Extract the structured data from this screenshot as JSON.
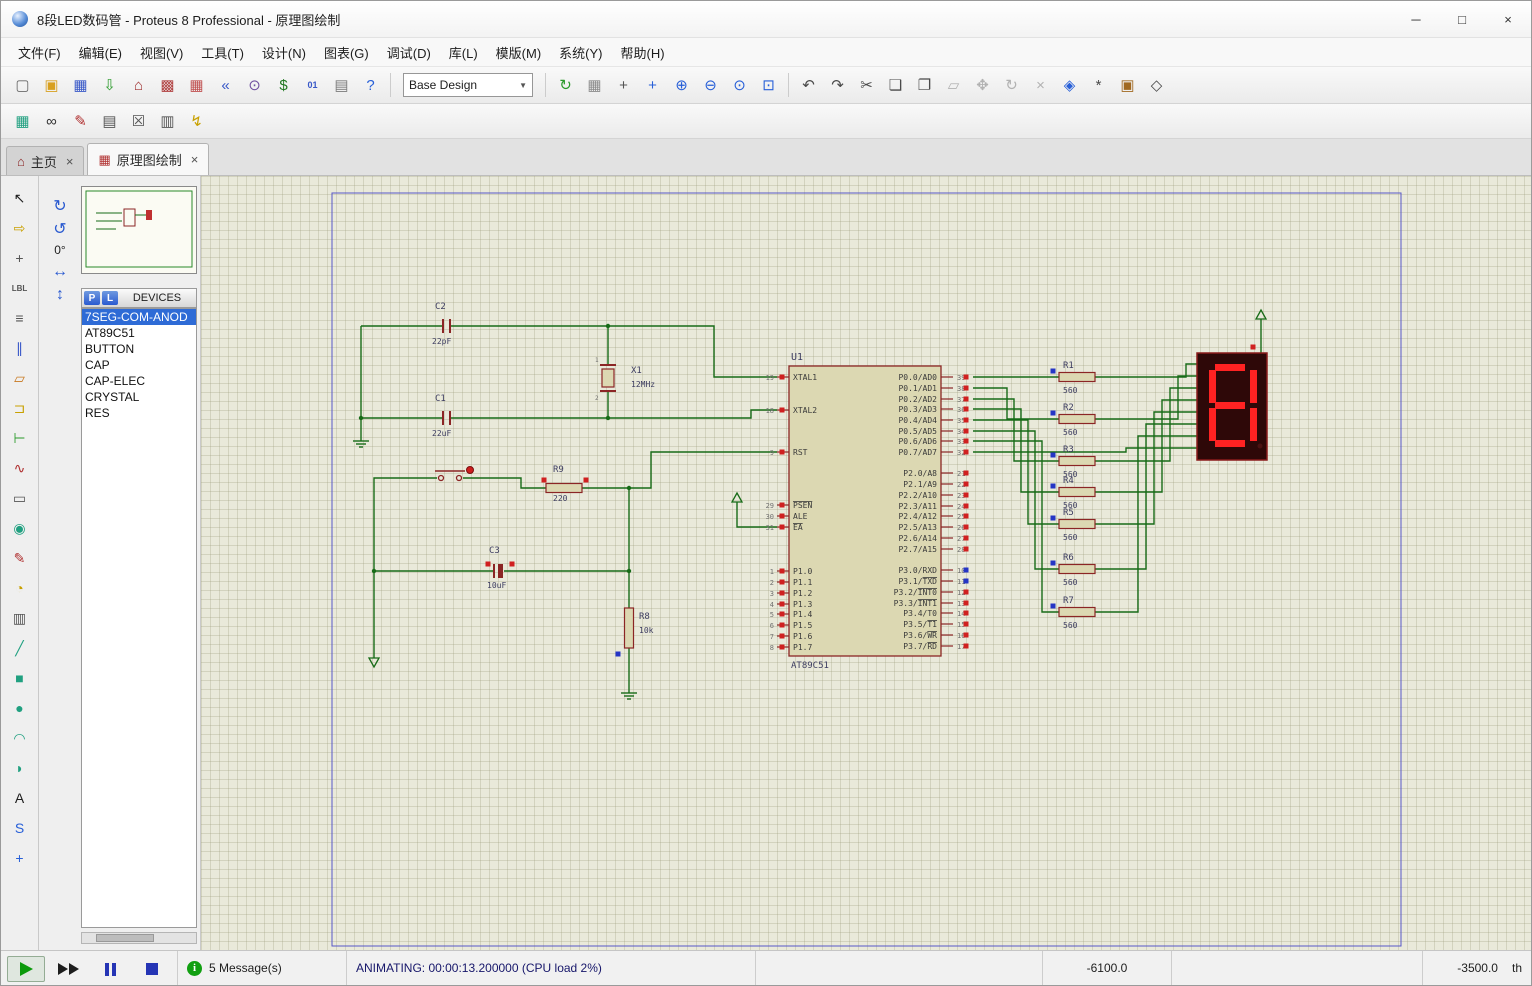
{
  "window": {
    "title": "8段LED数码管 - Proteus 8 Professional - 原理图绘制",
    "controls": {
      "minimize": "─",
      "maximize": "□",
      "close": "×"
    }
  },
  "menubar": {
    "items": [
      "文件(F)",
      "编辑(E)",
      "视图(V)",
      "工具(T)",
      "设计(N)",
      "图表(G)",
      "调试(D)",
      "库(L)",
      "模版(M)",
      "系统(Y)",
      "帮助(H)"
    ]
  },
  "toolbar_main": {
    "file_icons": [
      {
        "name": "new-project",
        "glyph": "▢",
        "color": "#6a6a6a"
      },
      {
        "name": "open-project",
        "glyph": "▣",
        "color": "#d8a020"
      },
      {
        "name": "save-project",
        "glyph": "▦",
        "color": "#3858c8"
      },
      {
        "name": "import-project",
        "glyph": "⇩",
        "color": "#2a9a2a"
      },
      {
        "name": "home-page",
        "glyph": "⌂",
        "color": "#a03030"
      },
      {
        "name": "schematic-capture",
        "glyph": "▩",
        "color": "#b04040"
      },
      {
        "name": "pcb-layout",
        "glyph": "▦",
        "color": "#c05050"
      },
      {
        "name": "legacy-design",
        "glyph": "«",
        "color": "#3858c8"
      },
      {
        "name": "design-explorer",
        "glyph": "⊙",
        "color": "#7050a0"
      },
      {
        "name": "bill-of-materials",
        "glyph": "$",
        "color": "#207820"
      },
      {
        "name": "simulation-log",
        "glyph": "01",
        "color": "#3858c8",
        "tiny": true
      },
      {
        "name": "documentation",
        "glyph": "▤",
        "color": "#7a7a7a"
      },
      {
        "name": "help",
        "glyph": "?",
        "color": "#2860d8"
      }
    ],
    "design_selector": {
      "value": "Base Design",
      "arrow": "▼"
    },
    "view_icons": [
      {
        "name": "redraw",
        "glyph": "↻",
        "color": "#2a9a2a"
      },
      {
        "name": "grid-toggle",
        "glyph": "▦",
        "color": "#8a8a8a"
      },
      {
        "name": "false-origin",
        "glyph": "+",
        "color": "#555555"
      },
      {
        "name": "pan",
        "glyph": "+",
        "color": "#2860d8"
      },
      {
        "name": "zoom-in",
        "glyph": "⊕",
        "color": "#2860d8"
      },
      {
        "name": "zoom-out",
        "glyph": "⊖",
        "color": "#2860d8"
      },
      {
        "name": "zoom-all",
        "glyph": "⊙",
        "color": "#2860d8"
      },
      {
        "name": "zoom-area",
        "glyph": "⊡",
        "color": "#2860d8"
      }
    ],
    "edit_icons": [
      {
        "name": "undo",
        "glyph": "↶",
        "color": "#4a4a4a"
      },
      {
        "name": "redo",
        "glyph": "↷",
        "color": "#4a4a4a"
      },
      {
        "name": "cut",
        "glyph": "✂",
        "color": "#4a4a4a"
      },
      {
        "name": "copy",
        "glyph": "❏",
        "color": "#4a4a4a"
      },
      {
        "name": "paste",
        "glyph": "❐",
        "color": "#4a4a4a"
      },
      {
        "name": "block-copy",
        "glyph": "▱",
        "color": "#b2b2b2"
      },
      {
        "name": "block-move",
        "glyph": "✥",
        "color": "#b2b2b2"
      },
      {
        "name": "block-rotate",
        "glyph": "↻",
        "color": "#b2b2b2"
      },
      {
        "name": "block-delete",
        "glyph": "×",
        "color": "#b2b2b2"
      },
      {
        "name": "pick-parts",
        "glyph": "◈",
        "color": "#2860d8"
      },
      {
        "name": "make-device",
        "glyph": "*",
        "color": "#4a4a4a"
      },
      {
        "name": "packaging-tool",
        "glyph": "▣",
        "color": "#a06820"
      },
      {
        "name": "decompose",
        "glyph": "◇",
        "color": "#4a4a4a"
      }
    ]
  },
  "toolbar_secondary": {
    "icons": [
      {
        "name": "wire-autorouter",
        "glyph": "▦",
        "color": "#20a080"
      },
      {
        "name": "search-tag",
        "glyph": "∞",
        "color": "#333333"
      },
      {
        "name": "property-assignment",
        "glyph": "✎",
        "color": "#b03030"
      },
      {
        "name": "new-sheet",
        "glyph": "▤",
        "color": "#555555"
      },
      {
        "name": "remove-sheet",
        "glyph": "☒",
        "color": "#555555"
      },
      {
        "name": "goto-sheet",
        "glyph": "▥",
        "color": "#555555"
      },
      {
        "name": "electrical-check",
        "glyph": "↯",
        "color": "#c8a000"
      }
    ]
  },
  "tabs": [
    {
      "label": "主页",
      "icon": "⌂",
      "close": "×",
      "active": false
    },
    {
      "label": "原理图绘制",
      "icon": "▦",
      "close": "×",
      "active": true
    }
  ],
  "toolstrip": [
    {
      "name": "selection-mode",
      "glyph": "↖",
      "color": "#1e1e1e"
    },
    {
      "name": "component-mode",
      "glyph": "⇨",
      "color": "#c8a000"
    },
    {
      "name": "junction-dot-mode",
      "glyph": "+",
      "color": "#555555"
    },
    {
      "name": "wire-label-mode",
      "glyph": "LBL",
      "color": "#555555",
      "tiny": true
    },
    {
      "name": "text-script-mode",
      "glyph": "≡",
      "color": "#555555"
    },
    {
      "name": "buses-mode",
      "glyph": "∥",
      "color": "#3858c8"
    },
    {
      "name": "subcircuit-mode",
      "glyph": "▱",
      "color": "#c87820"
    },
    {
      "name": "terminals-mode",
      "glyph": "⊐",
      "color": "#c8a000"
    },
    {
      "name": "device-pins-mode",
      "glyph": "⊢",
      "color": "#2a9a2a"
    },
    {
      "name": "graph-mode",
      "glyph": "∿",
      "color": "#b03030"
    },
    {
      "name": "tape-recorder-mode",
      "glyph": "▭",
      "color": "#555555"
    },
    {
      "name": "generator-mode",
      "glyph": "◉",
      "color": "#20a080"
    },
    {
      "name": "voltage-probe-mode",
      "glyph": "✎",
      "color": "#b03030"
    },
    {
      "name": "current-probe-mode",
      "glyph": "◔",
      "color": "#c8a000"
    },
    {
      "name": "virtual-instruments-mode",
      "glyph": "▥",
      "color": "#555555"
    },
    {
      "name": "2d-line-mode",
      "glyph": "╱",
      "color": "#20a080"
    },
    {
      "name": "2d-box-mode",
      "glyph": "■",
      "color": "#20a080"
    },
    {
      "name": "2d-circle-mode",
      "glyph": "●",
      "color": "#20a080"
    },
    {
      "name": "2d-arc-mode",
      "glyph": "◠",
      "color": "#20a080"
    },
    {
      "name": "2d-path-mode",
      "glyph": "◗",
      "color": "#20a080"
    },
    {
      "name": "2d-text-mode",
      "glyph": "A",
      "color": "#1e1e1e"
    },
    {
      "name": "2d-symbol-mode",
      "glyph": "S",
      "color": "#2860d8"
    },
    {
      "name": "2d-markers-mode",
      "glyph": "+",
      "color": "#2860d8"
    }
  ],
  "orientation": {
    "rotate_cw": "↻",
    "rotate_ccw": "↺",
    "angle": "0°",
    "flip_h": "↔",
    "flip_v": "↕"
  },
  "object_selector": {
    "pick_button": "P",
    "library_button": "L",
    "header": "DEVICES",
    "devices": [
      "7SEG-COM-ANOD",
      "AT89C51",
      "BUTTON",
      "CAP",
      "CAP-ELEC",
      "CRYSTAL",
      "RES"
    ],
    "selected": "7SEG-COM-ANOD"
  },
  "schematic": {
    "u1": {
      "ref": "U1",
      "part": "AT89C51",
      "left_pins": [
        {
          "num": "19",
          "name": "XTAL1"
        },
        {
          "num": "18",
          "name": "XTAL2"
        },
        {
          "num": "9",
          "name": "RST"
        },
        {
          "num": "29",
          "name": "PSEN",
          "bar": "PSEN"
        },
        {
          "num": "30",
          "name": "ALE"
        },
        {
          "num": "31",
          "name": "EA",
          "bar": "EA"
        },
        {
          "num": "1",
          "name": "P1.0"
        },
        {
          "num": "2",
          "name": "P1.1"
        },
        {
          "num": "3",
          "name": "P1.2"
        },
        {
          "num": "4",
          "name": "P1.3"
        },
        {
          "num": "5",
          "name": "P1.4"
        },
        {
          "num": "6",
          "name": "P1.5"
        },
        {
          "num": "7",
          "name": "P1.6"
        },
        {
          "num": "8",
          "name": "P1.7"
        }
      ],
      "right_pins": [
        {
          "num": "39",
          "name": "P0.0/AD0"
        },
        {
          "num": "38",
          "name": "P0.1/AD1"
        },
        {
          "num": "37",
          "name": "P0.2/AD2"
        },
        {
          "num": "36",
          "name": "P0.3/AD3"
        },
        {
          "num": "35",
          "name": "P0.4/AD4"
        },
        {
          "num": "34",
          "name": "P0.5/AD5"
        },
        {
          "num": "33",
          "name": "P0.6/AD6"
        },
        {
          "num": "32",
          "name": "P0.7/AD7"
        },
        {
          "num": "21",
          "name": "P2.0/A8"
        },
        {
          "num": "22",
          "name": "P2.1/A9"
        },
        {
          "num": "23",
          "name": "P2.2/A10"
        },
        {
          "num": "24",
          "name": "P2.3/A11"
        },
        {
          "num": "25",
          "name": "P2.4/A12"
        },
        {
          "num": "26",
          "name": "P2.5/A13"
        },
        {
          "num": "27",
          "name": "P2.6/A14"
        },
        {
          "num": "28",
          "name": "P2.7/A15"
        },
        {
          "num": "10",
          "name": "P3.0/RXD"
        },
        {
          "num": "11",
          "name": "P3.1/TXD",
          "bar": "TXD"
        },
        {
          "num": "12",
          "name": "P3.2/INT0",
          "bar": "INT0"
        },
        {
          "num": "13",
          "name": "P3.3/INT1",
          "bar": "INT1"
        },
        {
          "num": "14",
          "name": "P3.4/T0"
        },
        {
          "num": "15",
          "name": "P3.5/T1",
          "bar": "T1"
        },
        {
          "num": "16",
          "name": "P3.6/WR",
          "bar": "WR"
        },
        {
          "num": "17",
          "name": "P3.7/RD",
          "bar": "RD"
        }
      ]
    },
    "parts": {
      "c2": {
        "ref": "C2",
        "value": "22pF"
      },
      "c1": {
        "ref": "C1",
        "value": "22uF"
      },
      "c3": {
        "ref": "C3",
        "value": "10uF"
      },
      "x1": {
        "ref": "X1",
        "value": "12MHz"
      },
      "x1_pin1": "1",
      "x1_pin2": "2",
      "r9": {
        "ref": "R9",
        "value": "220"
      },
      "r8": {
        "ref": "R8",
        "value": "10k"
      },
      "resistors": [
        {
          "ref": "R1",
          "value": "560"
        },
        {
          "ref": "R2",
          "value": "560"
        },
        {
          "ref": "R3",
          "value": "560"
        },
        {
          "ref": "R4",
          "value": "560"
        },
        {
          "ref": "R5",
          "value": "560"
        },
        {
          "ref": "R6",
          "value": "560"
        },
        {
          "ref": "R7",
          "value": "560"
        }
      ]
    },
    "display": {
      "digit": "8"
    }
  },
  "statusbar": {
    "message_count": "5 Message(s)",
    "message_icon": "i",
    "status_text": "ANIMATING: 00:00:13.200000 (CPU load 2%)",
    "coord_x": "-6100.0",
    "coord_y": "-3500.0",
    "unit": "th"
  }
}
